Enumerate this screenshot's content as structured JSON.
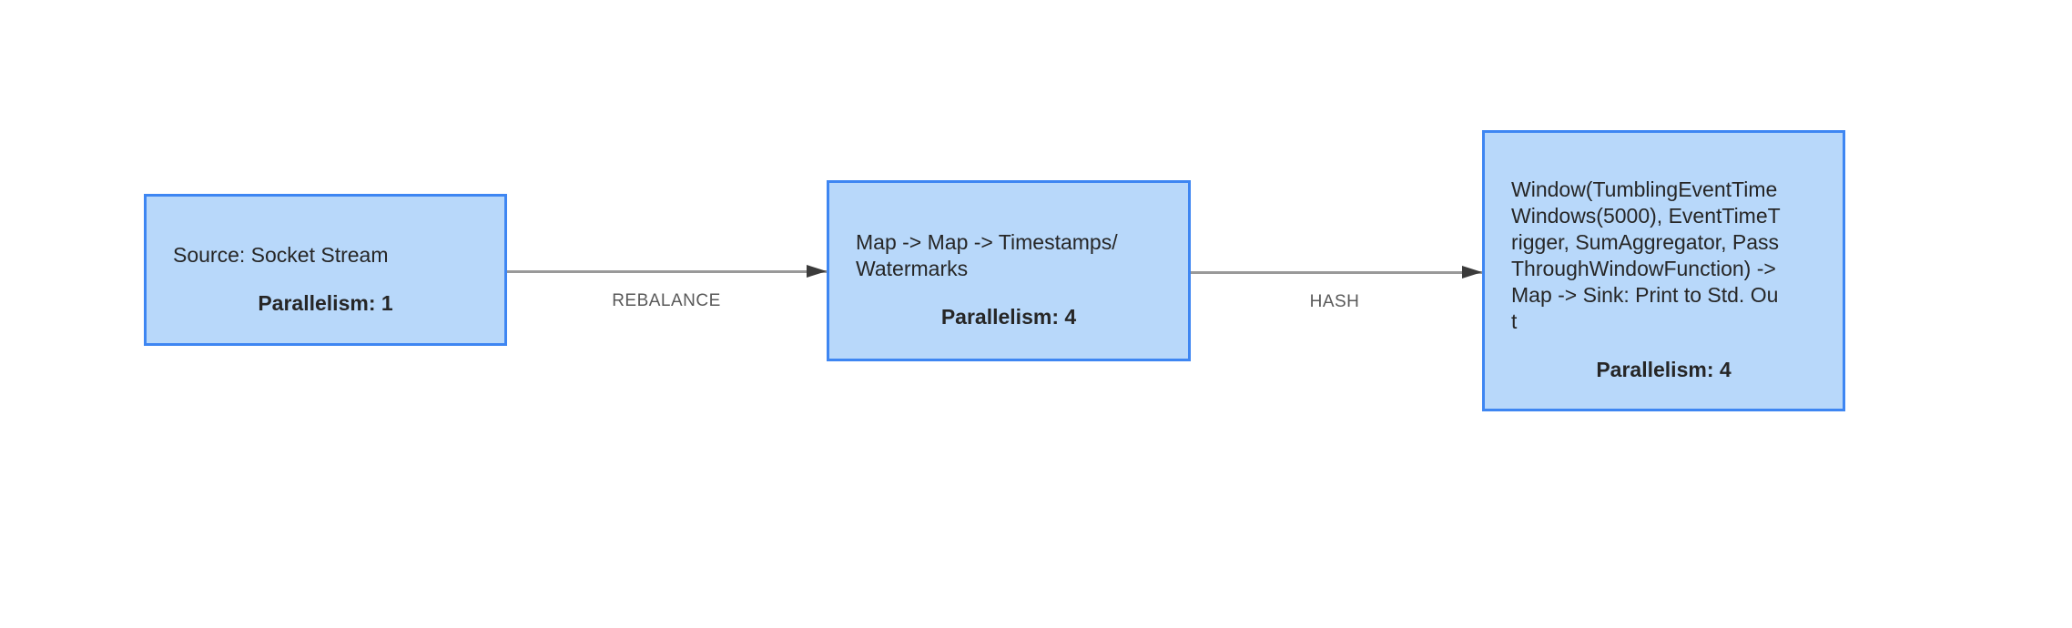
{
  "diagram": {
    "type": "dataflow-job-graph",
    "nodes": [
      {
        "id": "source",
        "name": "Source: Socket Stream",
        "parallelism": "Parallelism: 1"
      },
      {
        "id": "map-chain",
        "name": "Map -> Map -> Timestamps/Watermarks",
        "parallelism": "Parallelism: 4"
      },
      {
        "id": "window-sink",
        "name": "Window(TumblingEventTimeWindows(5000), EventTimeTrigger, SumAggregator, PassThroughWindowFunction) -> Map -> Sink: Print to Std. Out",
        "parallelism": "Parallelism: 4"
      }
    ],
    "edges": [
      {
        "label": "REBALANCE",
        "from": "source",
        "to": "map-chain"
      },
      {
        "label": "HASH",
        "from": "map-chain",
        "to": "window-sink"
      }
    ],
    "colors": {
      "background": "#ffffff",
      "node_fill": "#B8D8FA",
      "node_border": "#3E86F2",
      "node_text": "#262626",
      "edge_line": "#999999",
      "arrowhead": "#3B3B3B",
      "edge_label_text": "#595959"
    }
  }
}
